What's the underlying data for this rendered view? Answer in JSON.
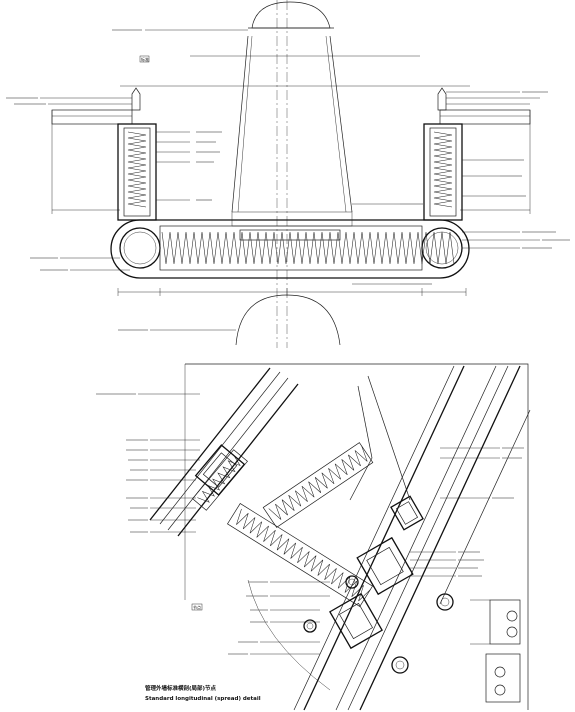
{
  "drawing": {
    "caption_cn": "管理外墙标准横剖(局部)节点",
    "caption_en": "Standard longitudinal (spread) detail",
    "tag_top": "标准",
    "tag_bottom": "节点",
    "line_color": "#222222",
    "background": "#ffffff"
  }
}
